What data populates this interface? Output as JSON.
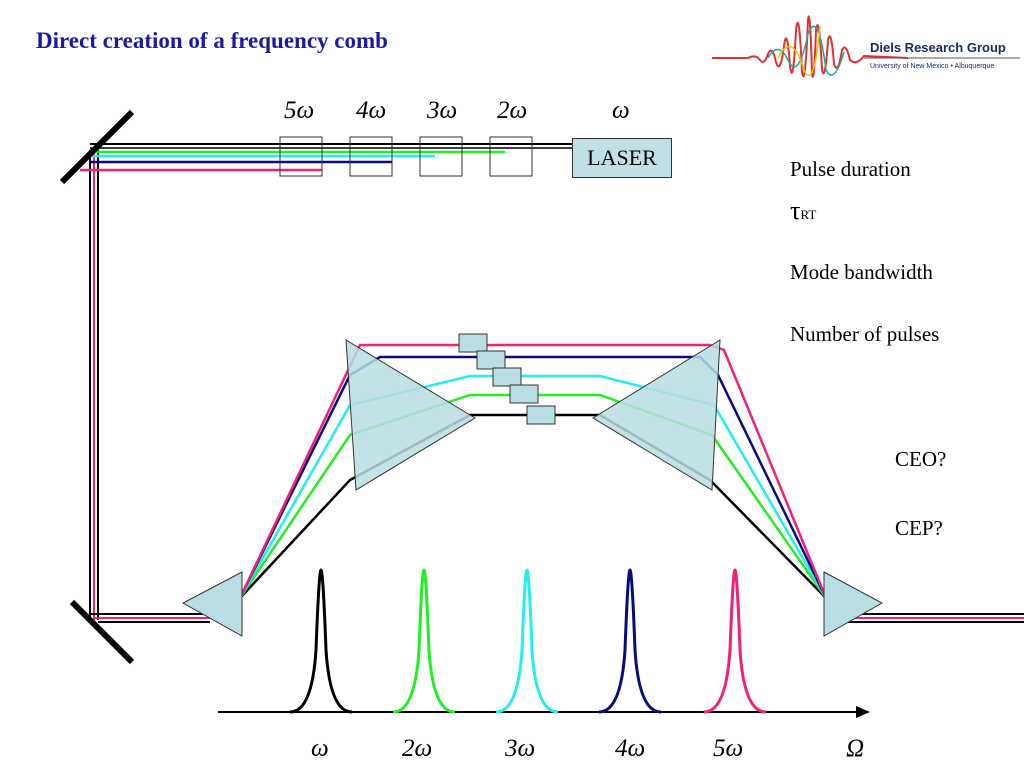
{
  "title": "Direct creation of a frequency comb",
  "logo": {
    "group": "Diels Research Group",
    "affiliation": "University of New Mexico • Albuquerque"
  },
  "laser_label": "LASER",
  "top_labels": [
    "5ω",
    "4ω",
    "3ω",
    "2ω",
    "ω"
  ],
  "bottom_labels": [
    "ω",
    "2ω",
    "3ω",
    "4ω",
    "5ω",
    "Ω"
  ],
  "side": {
    "pulse_duration": "Pulse duration",
    "tau_symbol": "τ",
    "tau_sub": "RT",
    "mode_bandwidth": "Mode bandwidth",
    "number_of_pulses": "Number of pulses",
    "ceo": "CEO?",
    "cep": "CEP?"
  },
  "colors": {
    "black": "#000000",
    "green": "#22ee22",
    "cyan": "#22eeee",
    "navy": "#0a0a80",
    "pink": "#ee2277",
    "prism_fill": "#b8dde2",
    "title": "#1a1aa6"
  }
}
